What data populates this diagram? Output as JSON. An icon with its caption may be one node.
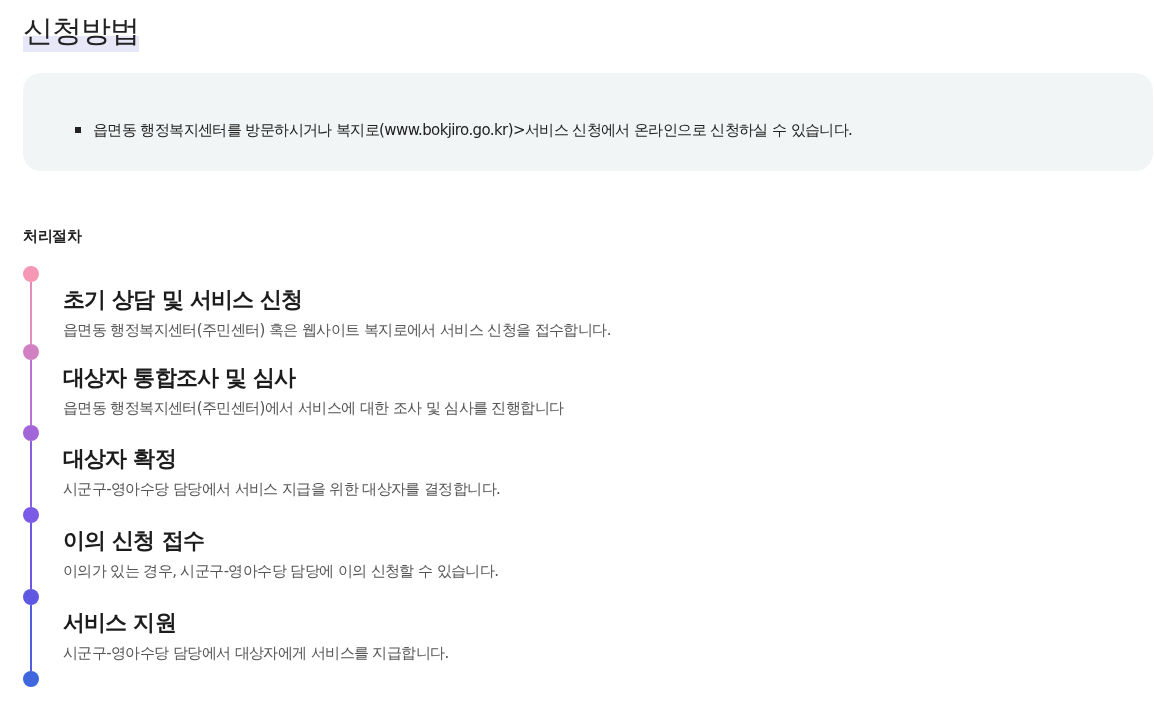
{
  "diagram": {
    "title": "신청방법",
    "nodes": [
      {
        "text": [
          "읍면동 행정복지센터를 방문하시거나 복지로(www.bokjiro.go.kr)>서비스 신청에서 온라인으로 신청하실 수 있습니다."
        ]
      },
      {
        "text": [],
        "shape": "circle",
        "beside": [
          "초기 상담 및 서비스 신청",
          "읍면동 행정복지센터(주민센터) 혹은 웹사이트 복지로에서 서비스 신청을 접수합니다."
        ]
      },
      {
        "text": [],
        "shape": "circle",
        "beside": [
          "대상자 통합조사 및 심사",
          "읍면동 행정복지센터(주민센터)에서 서비스에 대한 조사 및 심사를 진행합니다"
        ]
      },
      {
        "text": [],
        "shape": "circle",
        "beside": [
          "대상자 확정",
          "시군구-영아수당 담당에서 서비스 지급을 위한 대상자를 결정합니다."
        ]
      },
      {
        "text": [],
        "shape": "circle",
        "beside": [
          "이의 신청 접수",
          "이의가 있는 경우, 시군구-영아수당 담당에 이의 신청할 수 있습니다."
        ]
      },
      {
        "text": [],
        "shape": "circle",
        "beside": [
          "서비스 지원",
          "시군구-영아수당 담당에서 대상자에게 서비스를 지급합니다."
        ]
      },
      {
        "text": [],
        "shape": "circle"
      }
    ],
    "edges": [
      {
        "from": 1,
        "to": 2,
        "arrow": "none",
        "color": "#e28dbb"
      },
      {
        "from": 2,
        "to": 3,
        "arrow": "none",
        "color": "#b872cf"
      },
      {
        "from": 3,
        "to": 4,
        "arrow": "none",
        "color": "#8c5fe0"
      },
      {
        "from": 4,
        "to": 5,
        "arrow": "none",
        "color": "#6c58e4"
      },
      {
        "from": 5,
        "to": 6,
        "arrow": "none",
        "color": "#4f5fdf"
      }
    ],
    "labels": [
      "처리절차"
    ]
  }
}
